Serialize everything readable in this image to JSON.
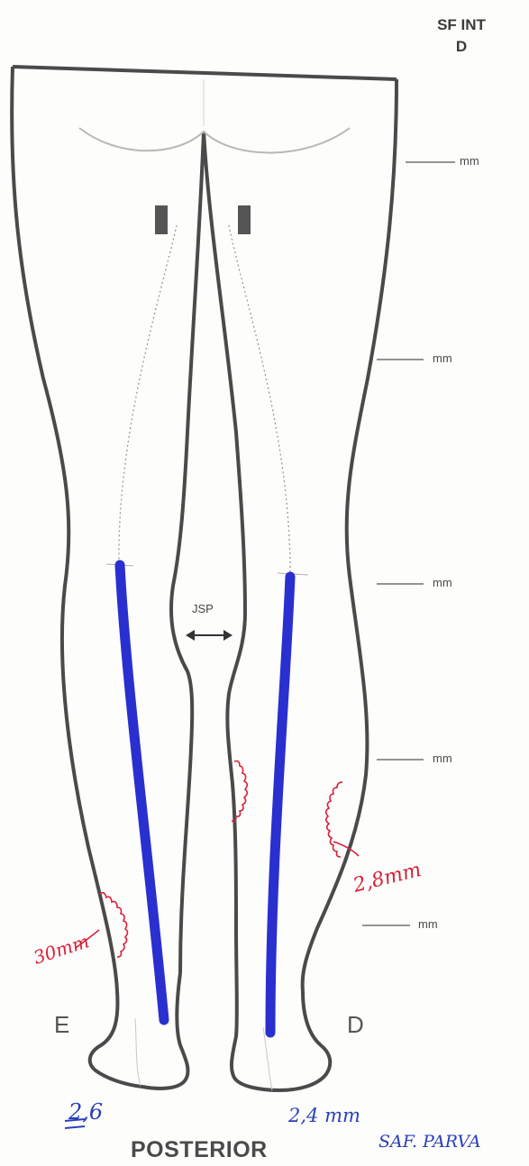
{
  "header": {
    "line1": "SF INT",
    "line2": "D"
  },
  "measurements": {
    "unit_label": "mm",
    "levels": [
      "mm",
      "mm",
      "mm",
      "mm",
      "mm"
    ]
  },
  "labels": {
    "left_side": "E",
    "right_side": "D",
    "view": "POSTERIOR",
    "joint": "JSP"
  },
  "annotations": {
    "left_calf": "30mm",
    "right_calf": "2,8mm",
    "left_ankle": "2,6",
    "right_ankle": "2,4 mm",
    "vein_name": "SAF. PARVA"
  },
  "colors": {
    "outline": "#4a4a4a",
    "vein_mark": "#2a2fd0",
    "red_annotation": "#d8203a",
    "blue_annotation": "#2b3fb8"
  }
}
